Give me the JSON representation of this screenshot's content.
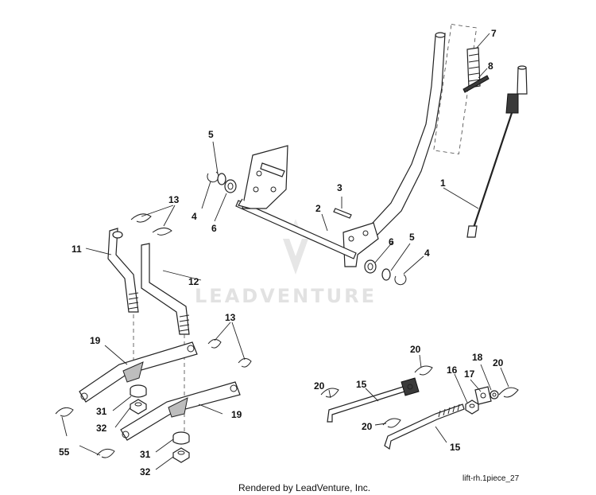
{
  "callouts": {
    "c1": "1",
    "c2": "2",
    "c3": "3",
    "c4a": "4",
    "c4b": "4",
    "c5a": "5",
    "c5b": "5",
    "c6a": "6",
    "c6b": "6",
    "c7": "7",
    "c8": "8",
    "c11": "11",
    "c12": "12",
    "c13a": "13",
    "c13b": "13",
    "c15a": "15",
    "c15b": "15",
    "c16": "16",
    "c17": "17",
    "c18": "18",
    "c19a": "19",
    "c19b": "19",
    "c20a": "20",
    "c20b": "20",
    "c20c": "20",
    "c20d": "20",
    "c31a": "31",
    "c31b": "31",
    "c32a": "32",
    "c32b": "32",
    "c55": "55"
  },
  "watermark": "LEADVENTURE",
  "footer": "Rendered by LeadVenture, Inc.",
  "diagram_ref": "lift-rh.1piece_27"
}
